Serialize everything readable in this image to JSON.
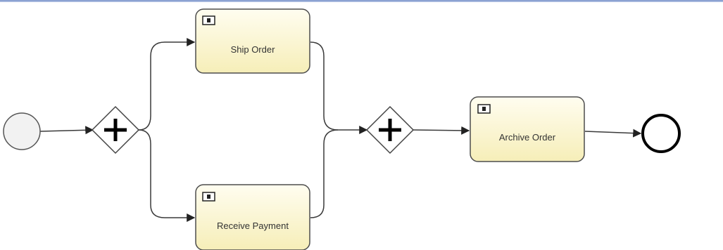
{
  "diagram": {
    "tasks": {
      "ship_order": {
        "label": "Ship Order"
      },
      "receive_payment": {
        "label": "Receive Payment"
      },
      "archive_order": {
        "label": "Archive Order"
      }
    },
    "gateways": {
      "split": {
        "type": "parallel"
      },
      "join": {
        "type": "parallel"
      }
    },
    "events": {
      "start": {
        "type": "start"
      },
      "end": {
        "type": "end"
      }
    },
    "task_icon": "user-task-icon",
    "colors": {
      "task_fill_top": "#fffdf0",
      "task_fill_bottom": "#f6eeb8",
      "task_stroke": "#4d4d4d",
      "flow_stroke": "#3a3a3a",
      "start_fill": "#f2f2f2",
      "top_rule": "#7a93c9"
    }
  }
}
